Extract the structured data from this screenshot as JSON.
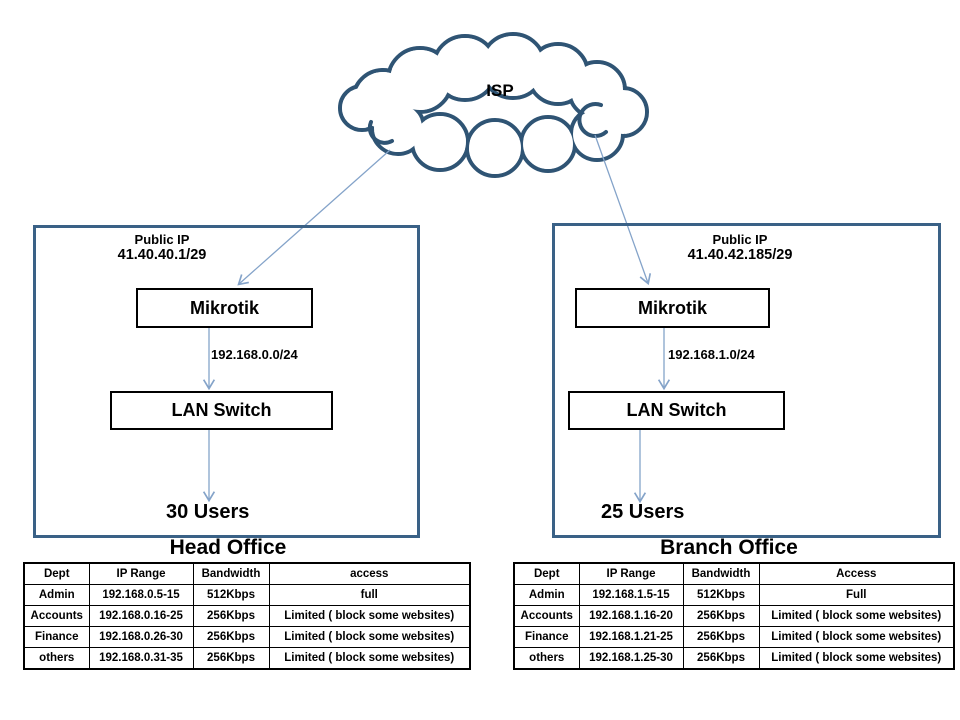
{
  "cloud": {
    "label": "ISP"
  },
  "colors": {
    "cloud_outline": "#2f5474",
    "office_border": "#3a6186",
    "arrow_blue": "#84a3c9",
    "node_border": "#000000"
  },
  "offices": [
    {
      "name": "Head Office",
      "public_ip_label": "Public IP",
      "public_ip": "41.40.40.1/29",
      "router": "Mikrotik",
      "switch": "LAN Switch",
      "subnet": "192.168.0.0/24",
      "users": "30 Users",
      "table": {
        "headers": [
          "Dept",
          "IP Range",
          "Bandwidth",
          "access"
        ],
        "rows": [
          [
            "Admin",
            "192.168.0.5-15",
            "512Kbps",
            "full"
          ],
          [
            "Accounts",
            "192.168.0.16-25",
            "256Kbps",
            "Limited ( block some websites)"
          ],
          [
            "Finance",
            "192.168.0.26-30",
            "256Kbps",
            "Limited ( block some websites)"
          ],
          [
            "others",
            "192.168.0.31-35",
            "256Kbps",
            "Limited ( block some websites)"
          ]
        ]
      }
    },
    {
      "name": "Branch Office",
      "public_ip_label": "Public IP",
      "public_ip": "41.40.42.185/29",
      "router": "Mikrotik",
      "switch": "LAN Switch",
      "subnet": "192.168.1.0/24",
      "users": "25 Users",
      "table": {
        "headers": [
          "Dept",
          "IP Range",
          "Bandwidth",
          "Access"
        ],
        "rows": [
          [
            "Admin",
            "192.168.1.5-15",
            "512Kbps",
            "Full"
          ],
          [
            "Accounts",
            "192.168.1.16-20",
            "256Kbps",
            "Limited ( block some websites)"
          ],
          [
            "Finance",
            "192.168.1.21-25",
            "256Kbps",
            "Limited ( block some websites)"
          ],
          [
            "others",
            "192.168.1.25-30",
            "256Kbps",
            "Limited ( block some websites)"
          ]
        ]
      }
    }
  ]
}
